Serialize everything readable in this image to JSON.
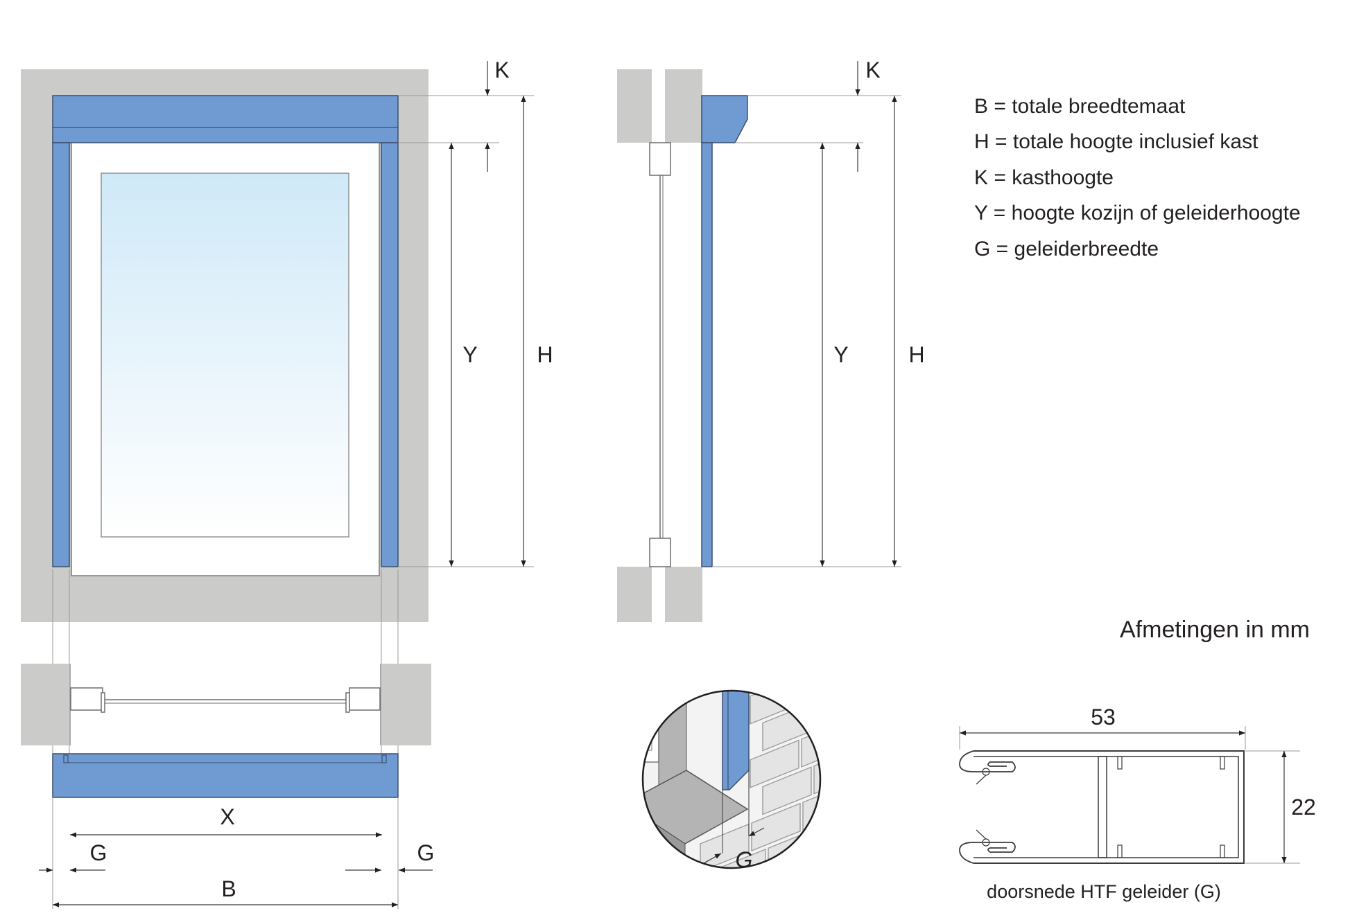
{
  "colors": {
    "wall": "#cbcbca",
    "shutter_blue": "#6f9bd2",
    "glass_top": "#cfe9f8",
    "glass_bottom": "#ffffff"
  },
  "dimension_labels": {
    "front": {
      "K": "K",
      "Y": "Y",
      "H": "H"
    },
    "side": {
      "K": "K",
      "Y": "Y",
      "H": "H"
    },
    "plan": {
      "X": "X",
      "G_left": "G",
      "G_right": "G",
      "B": "B"
    },
    "detail": {
      "G": "G"
    },
    "profile": {
      "width": "53",
      "height": "22"
    }
  },
  "legend": [
    {
      "text": "B = totale breedtemaat"
    },
    {
      "text": "H = totale hoogte inclusief kast"
    },
    {
      "text": "K = kasthoogte"
    },
    {
      "text": "Y = hoogte kozijn of geleiderhoogte"
    },
    {
      "text": "G = geleiderbreedte"
    }
  ],
  "units_note": "Afmetingen in mm",
  "profile_caption": "doorsnede HTF geleider (G)"
}
